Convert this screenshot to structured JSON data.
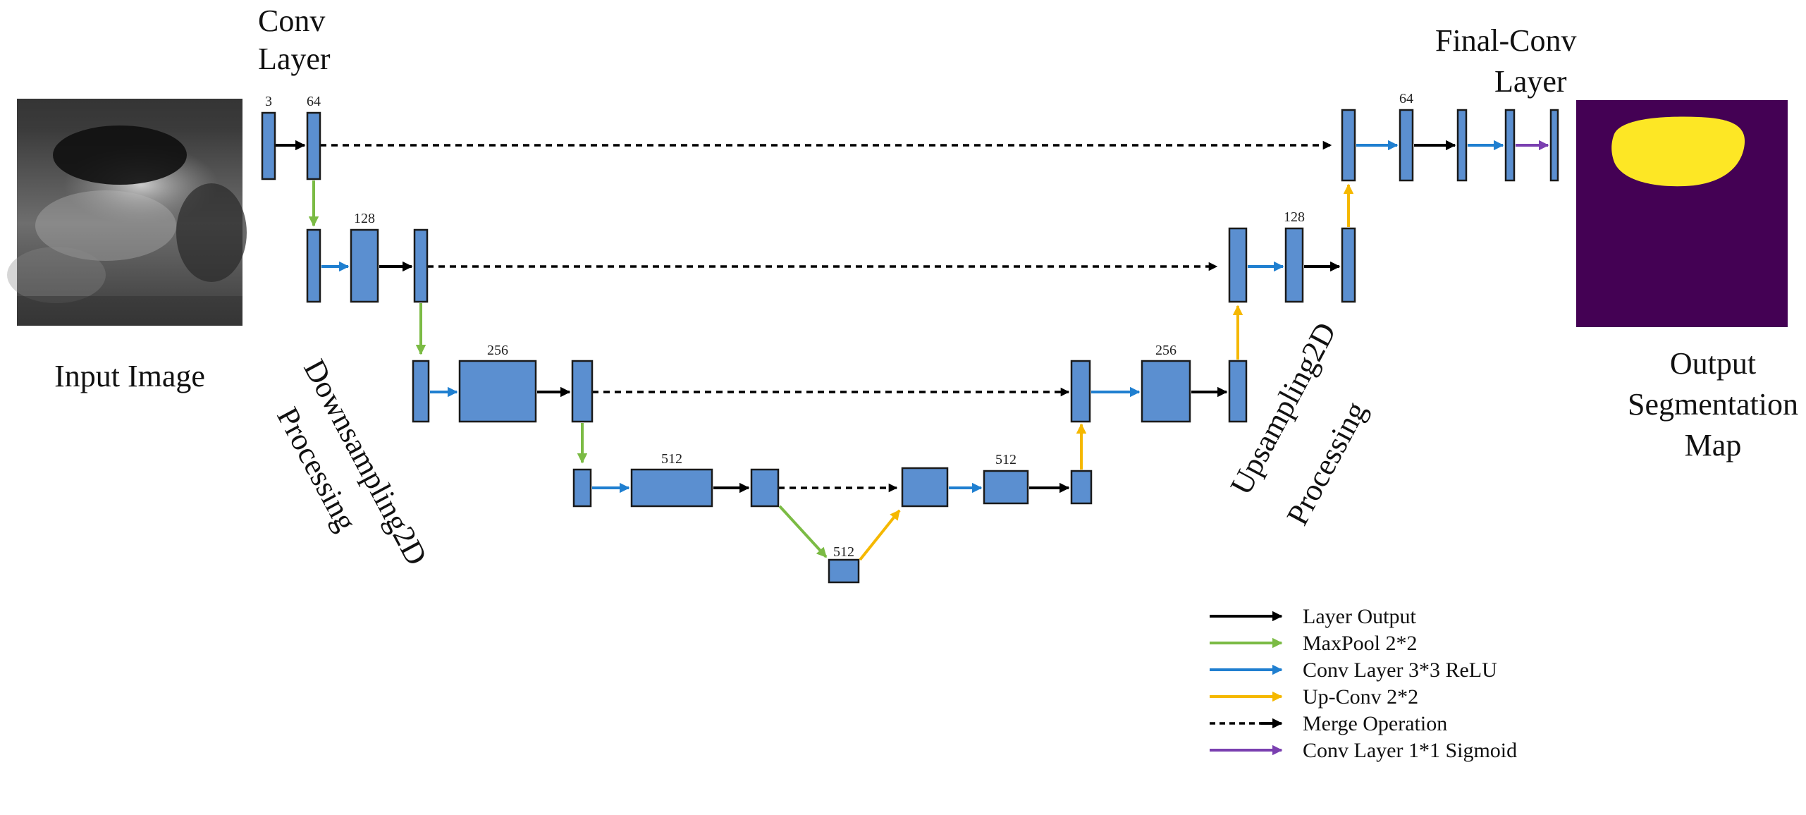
{
  "labels": {
    "conv_layer_line1": "Conv",
    "conv_layer_line2": "Layer",
    "final_conv_line1": "Final-Conv",
    "final_conv_line2": "Layer",
    "input_image": "Input Image",
    "output_line1": "Output",
    "output_line2": "Segmentation",
    "output_line3": "Map",
    "down_line1": "Downsampling2D",
    "down_line2": "Processing",
    "up_line1": "Upsampling2D",
    "up_line2": "Processing"
  },
  "dims": {
    "enc1_in": "3",
    "enc1_out": "64",
    "enc2": "128",
    "enc3": "256",
    "enc4": "512",
    "bottleneck": "512",
    "dec4": "512",
    "dec3": "256",
    "dec2": "128",
    "dec1": "64"
  },
  "legend": [
    {
      "label": "Layer Output",
      "color": "#000000",
      "dashed": false
    },
    {
      "label": "MaxPool 2*2",
      "color": "#7bbb44",
      "dashed": false
    },
    {
      "label": "Conv Layer 3*3 ReLU",
      "color": "#1f7fd0",
      "dashed": false
    },
    {
      "label": "Up-Conv 2*2",
      "color": "#f5b800",
      "dashed": false
    },
    {
      "label": "Merge Operation",
      "color": "#000000",
      "dashed": true
    },
    {
      "label": "Conv Layer 1*1 Sigmoid",
      "color": "#7a3fb0",
      "dashed": false
    }
  ],
  "colors": {
    "block_fill": "#5b8fd0",
    "layer_output": "#000000",
    "maxpool": "#7bbb44",
    "conv_relu": "#1f7fd0",
    "up_conv": "#f5b800",
    "sigmoid": "#7a3fb0",
    "segmentation_background": "#440154",
    "segmentation_foreground": "#fde725"
  }
}
